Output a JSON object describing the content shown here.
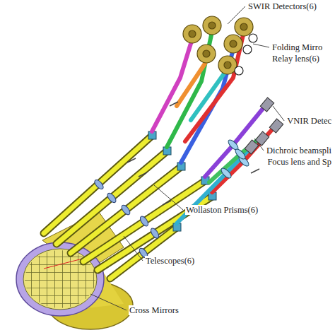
{
  "diagram": {
    "labels": [
      "SWIR Detectors(6)",
      "Folding Mirro",
      "Relay lens(6)",
      "VNIR Detec",
      "Dichroic beamspli",
      "Focus lens and Sp",
      "Wollaston Prisms(6)",
      "Telescopes(6)",
      "Cross Mirrors"
    ]
  }
}
